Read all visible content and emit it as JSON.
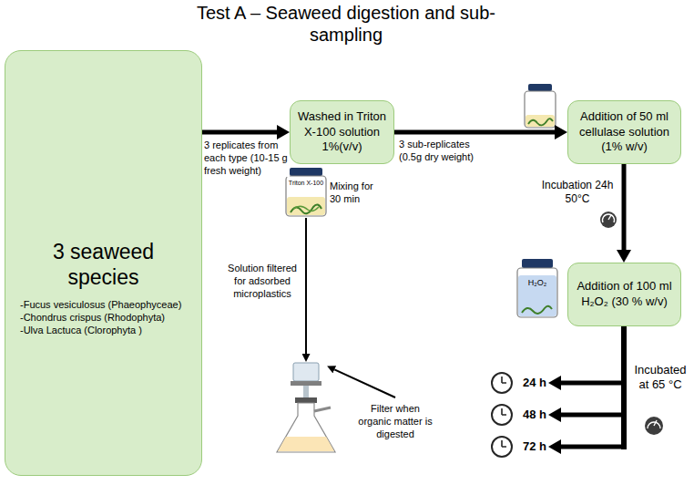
{
  "diagram": {
    "title": "Test A – Seaweed digestion and sub-sampling",
    "nodes": [
      {
        "text": [
          "3 seaweed species",
          "-Fucus vesiculosus (Phaeophyceae)",
          "-Chondrus crispus (Rhodophyta)",
          "-Ulva Lactuca (Clorophyta )"
        ]
      },
      {
        "text": [
          "Washed in Triton X-100 solution 1%(v/v)"
        ]
      },
      {
        "text": [
          "Addition of 50 ml cellulase solution (1% w/v)"
        ]
      },
      {
        "text": [
          "Addition of 100 ml H₂O₂ (30 % w/v)"
        ]
      }
    ],
    "edges": [
      {
        "from": 0,
        "to": 1,
        "arrow": "to",
        "label": "3 replicates from each type (10-15 g fresh weight)"
      },
      {
        "from": 1,
        "to": 2,
        "arrow": "to",
        "label": "3 sub-replicates (0.5g dry weight)"
      },
      {
        "from": 2,
        "to": 3,
        "arrow": "to",
        "label": "Incubation 24h 50°C"
      }
    ],
    "labels": [
      "Triton X-100",
      "Mixing for 30 min",
      "Solution filtered for adsorbed microplastics",
      "Filter when organic matter is digested",
      "H₂O₂",
      "Incubated at 65 °C",
      "24 h",
      "48 h",
      "72 h"
    ]
  }
}
